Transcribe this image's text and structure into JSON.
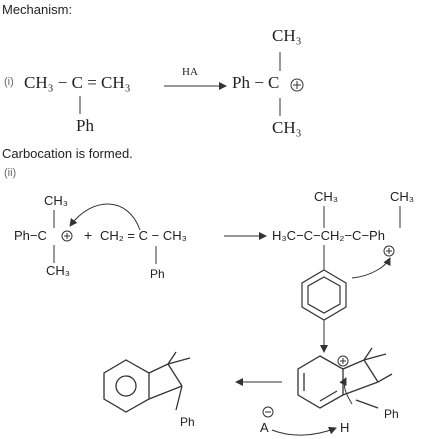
{
  "heading": "Mechanism:",
  "caption": "Carbocation is formed.",
  "step1": {
    "label": "(i)",
    "reactant": "CH₃ − C = CH₃",
    "reactant_sub": "Ph",
    "reagent": "HA",
    "product_center": "Ph − C",
    "product_top": "CH₃",
    "product_bottom": "CH₃"
  },
  "step2": {
    "label": "(ii)",
    "cation_main": "Ph−C",
    "cation_top": "CH₃",
    "cation_bottom": "CH₃",
    "plus": "+",
    "alkene_main": "CH₂ = C − CH₃",
    "alkene_sub": "Ph",
    "intermediate_main": "H₃C−C−CH₂−C−Ph",
    "intermediate_top_left": "CH₃",
    "intermediate_top_right": "CH₃",
    "sigma_sub": "Ph",
    "base": "A",
    "proton": "H",
    "final_sub": "Ph"
  }
}
